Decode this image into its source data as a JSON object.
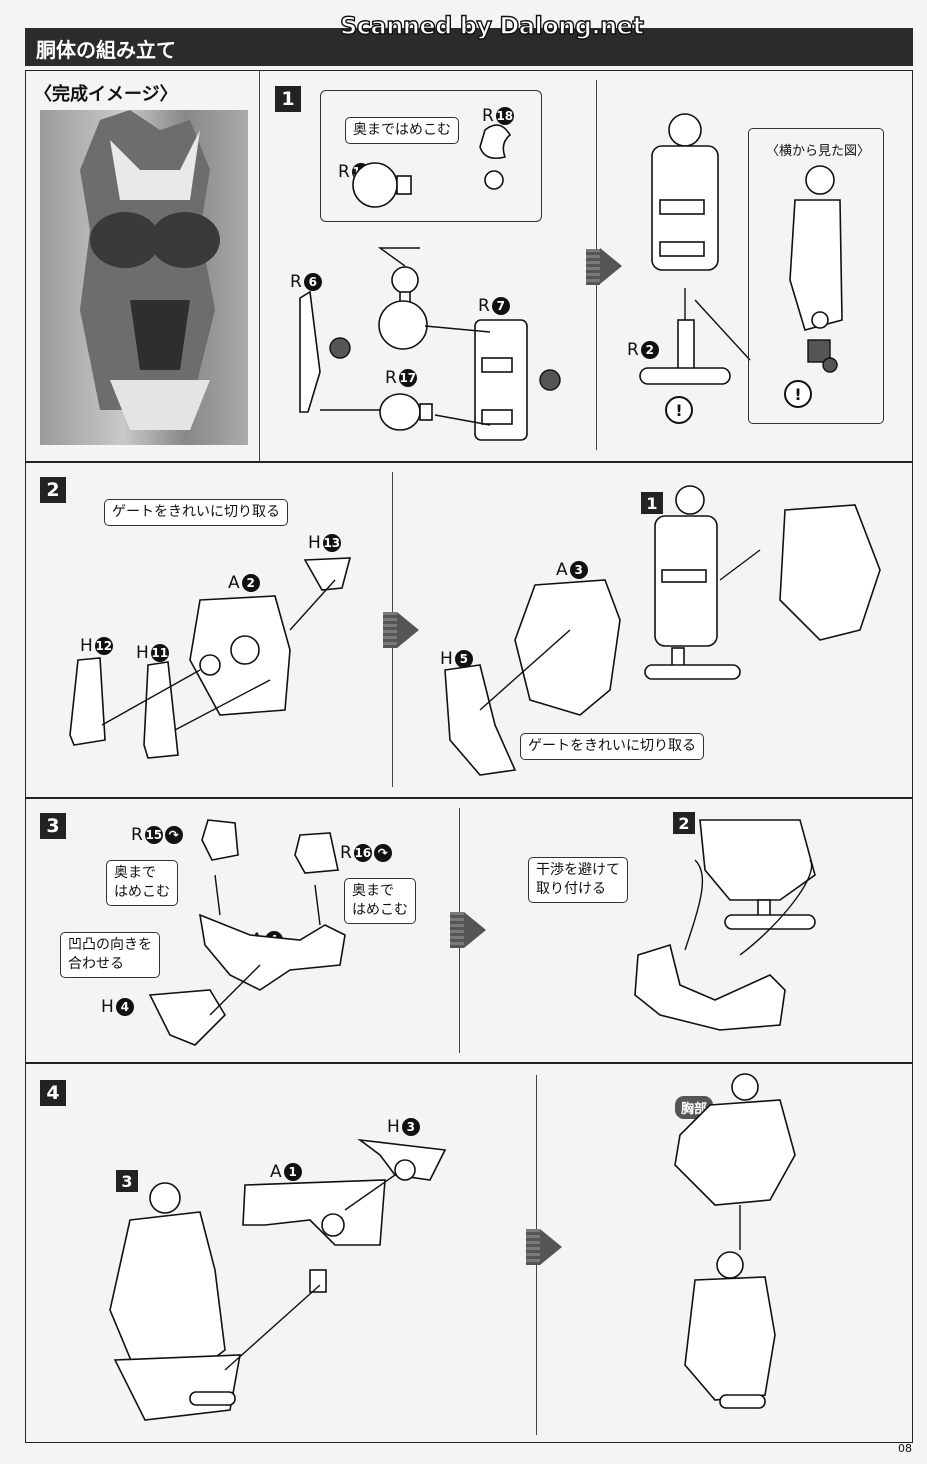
{
  "watermark": "Scanned by Dalong.net",
  "section_title": "胴体の組み立て",
  "completion_image_label": "〈完成イメージ〉",
  "page_number": "08",
  "steps": [
    {
      "number": "1",
      "parts": {
        "r18": "R",
        "r18_num": "18",
        "r19": "R",
        "r19_num": "19",
        "r6": "R",
        "r6_num": "6",
        "r7": "R",
        "r7_num": "7",
        "r17": "R",
        "r17_num": "17",
        "r2": "R",
        "r2_num": "2"
      },
      "callout_push": "奥まではめこむ",
      "side_view_label": "〈横から見た図〉",
      "warning_symbol": "!"
    },
    {
      "number": "2",
      "callout_gate_1": "ゲートをきれいに切り取る",
      "callout_gate_2": "ゲートをきれいに切り取る",
      "parts": {
        "h13": "H",
        "h13_num": "13",
        "a2": "A",
        "a2_num": "2",
        "h12": "H",
        "h12_num": "12",
        "h11": "H",
        "h11_num": "11",
        "a3": "A",
        "a3_num": "3",
        "h5": "H",
        "h5_num": "5"
      },
      "ref_step": "1"
    },
    {
      "number": "3",
      "parts": {
        "r15": "R",
        "r15_num": "15",
        "r16": "R",
        "r16_num": "16",
        "a4": "A",
        "a4_num": "4",
        "h4": "H",
        "h4_num": "4"
      },
      "callout_push_a_line1": "奥まで",
      "callout_push_a_line2": "はめこむ",
      "callout_push_b_line1": "奥まで",
      "callout_push_b_line2": "はめこむ",
      "callout_align_line1": "凹凸の向きを",
      "callout_align_line2": "合わせる",
      "callout_avoid_line1": "干渉を避けて",
      "callout_avoid_line2": "取り付ける",
      "ref_step": "2"
    },
    {
      "number": "4",
      "parts": {
        "h3": "H",
        "h3_num": "3",
        "a1": "A",
        "a1_num": "1"
      },
      "ref_step": "3",
      "chest_label": "胸部"
    }
  ]
}
